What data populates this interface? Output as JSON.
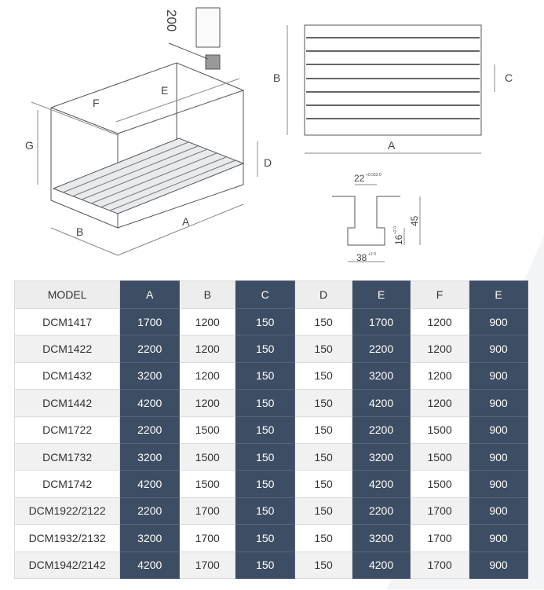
{
  "diagram": {
    "iso_labels": {
      "spindle_height": "200",
      "E": "E",
      "F": "F",
      "G": "G",
      "D": "D",
      "B": "B",
      "A": "A"
    },
    "top_view_labels": {
      "B": "B",
      "C": "C",
      "A": "A"
    },
    "tslot": {
      "width": "22",
      "width_tol": "+0.033 0",
      "depth": "45",
      "head_height": "16",
      "head_height_tol": "+2 0",
      "head_width": "38",
      "head_width_tol": "+2 0"
    }
  },
  "table": {
    "headers": [
      "MODEL",
      "A",
      "B",
      "C",
      "D",
      "E",
      "F",
      "E"
    ],
    "rows": [
      [
        "DCM1417",
        "1700",
        "1200",
        "150",
        "150",
        "1700",
        "1200",
        "900"
      ],
      [
        "DCM1422",
        "2200",
        "1200",
        "150",
        "150",
        "2200",
        "1200",
        "900"
      ],
      [
        "DCM1432",
        "3200",
        "1200",
        "150",
        "150",
        "3200",
        "1200",
        "900"
      ],
      [
        "DCM1442",
        "4200",
        "1200",
        "150",
        "150",
        "4200",
        "1200",
        "900"
      ],
      [
        "DCM1722",
        "2200",
        "1500",
        "150",
        "150",
        "2200",
        "1500",
        "900"
      ],
      [
        "DCM1732",
        "3200",
        "1500",
        "150",
        "150",
        "3200",
        "1500",
        "900"
      ],
      [
        "DCM1742",
        "4200",
        "1500",
        "150",
        "150",
        "4200",
        "1500",
        "900"
      ],
      [
        "DCM1922/2122",
        "2200",
        "1700",
        "150",
        "150",
        "2200",
        "1700",
        "900"
      ],
      [
        "DCM1932/2132",
        "3200",
        "1700",
        "150",
        "150",
        "3200",
        "1700",
        "900"
      ],
      [
        "DCM1942/2142",
        "4200",
        "1700",
        "150",
        "150",
        "4200",
        "1700",
        "900"
      ]
    ]
  }
}
